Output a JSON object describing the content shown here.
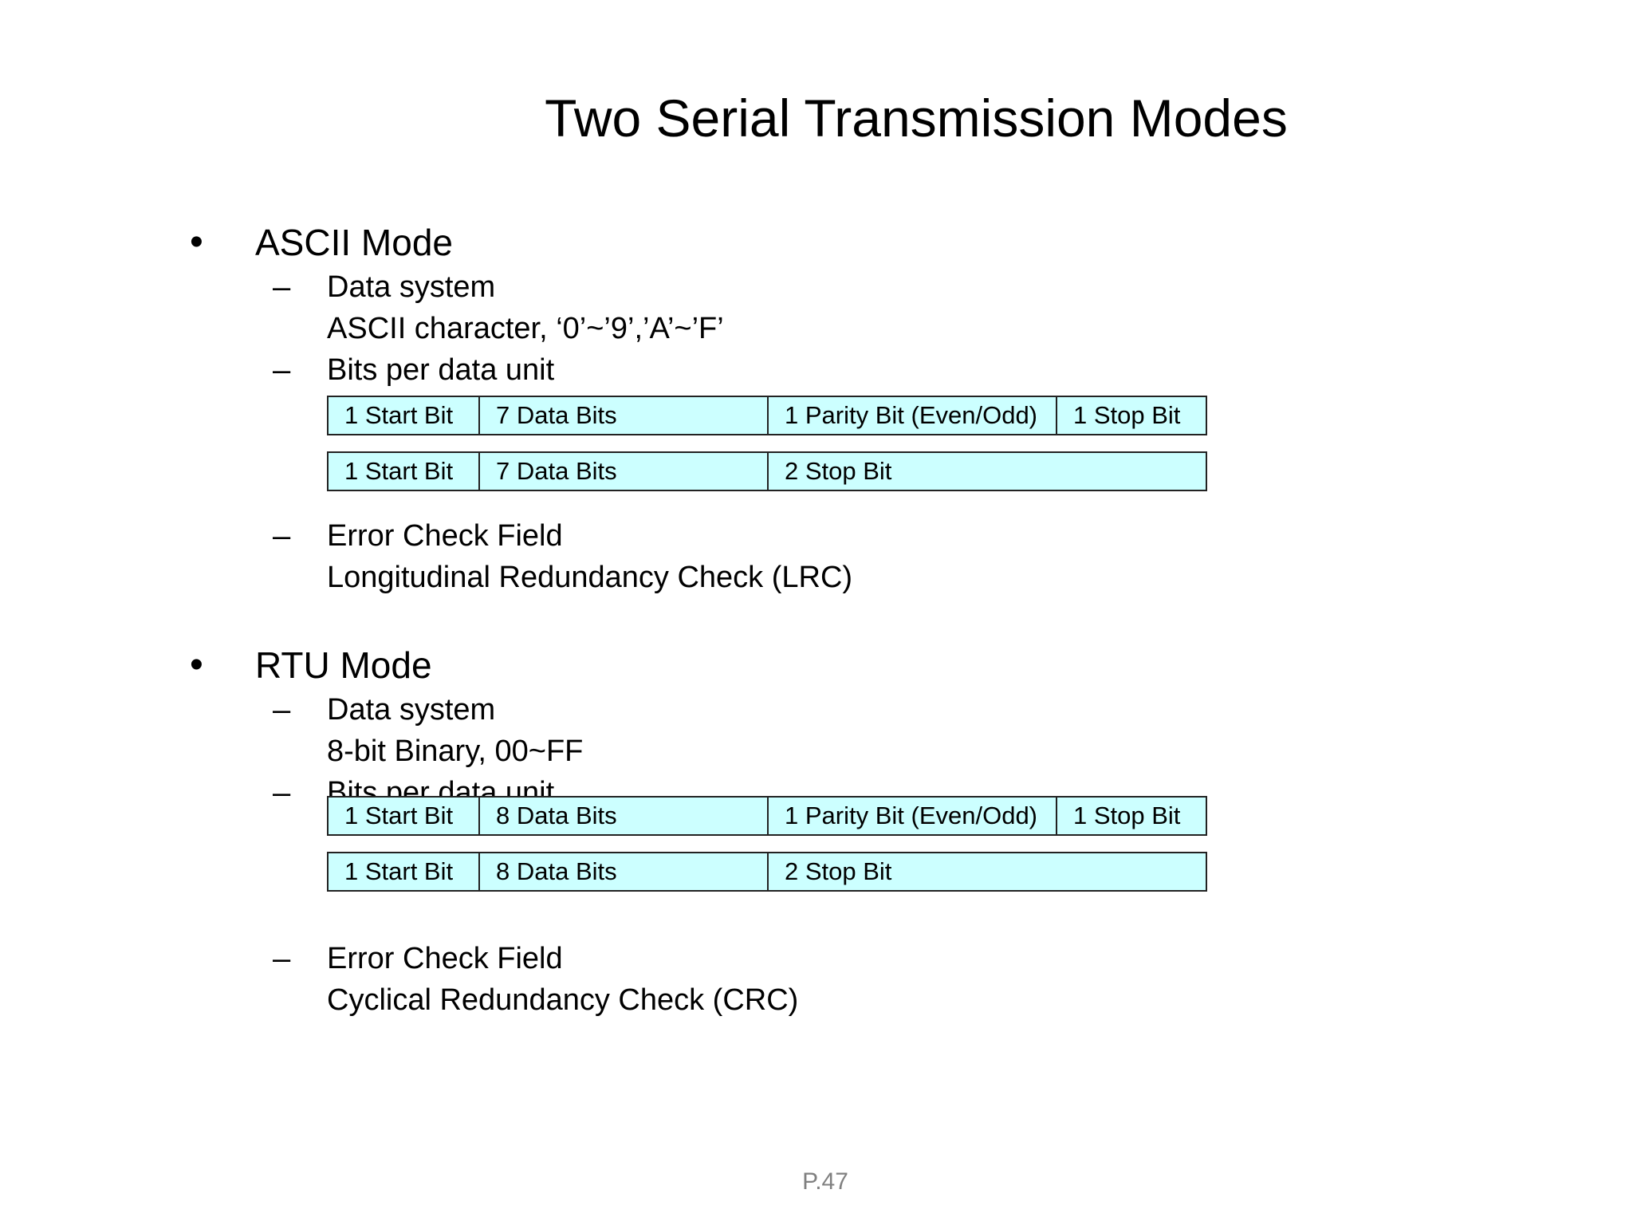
{
  "title": "Two Serial Transmission Modes",
  "bullet_char": "•",
  "dash_char": "–",
  "ascii": {
    "heading": "ASCII Mode",
    "data_system_label": "Data system",
    "data_system_value": "ASCII character, ‘0’~’9’,’A’~’F’",
    "bits_label": "Bits per data unit",
    "frame1": [
      "1 Start Bit",
      "7 Data Bits",
      "1 Parity Bit (Even/Odd)",
      "1 Stop Bit"
    ],
    "frame2": [
      "1 Start Bit",
      "7 Data Bits",
      "2 Stop Bit"
    ],
    "error_label": "Error Check Field",
    "error_value": "Longitudinal Redundancy Check (LRC)"
  },
  "rtu": {
    "heading": "RTU Mode",
    "data_system_label": "Data system",
    "data_system_value": "8-bit Binary, 00~FF",
    "bits_label": "Bits per data unit",
    "frame1": [
      "1 Start Bit",
      "8 Data Bits",
      "1 Parity Bit (Even/Odd)",
      "1 Stop Bit"
    ],
    "frame2": [
      "1 Start Bit",
      "8 Data Bits",
      "2 Stop Bit"
    ],
    "error_label": "Error Check Field",
    "error_value": "Cyclical Redundancy Check (CRC)"
  },
  "page_number": "P.47",
  "colors": {
    "frame_fill": "#ccffff",
    "page_number": "#808080"
  }
}
